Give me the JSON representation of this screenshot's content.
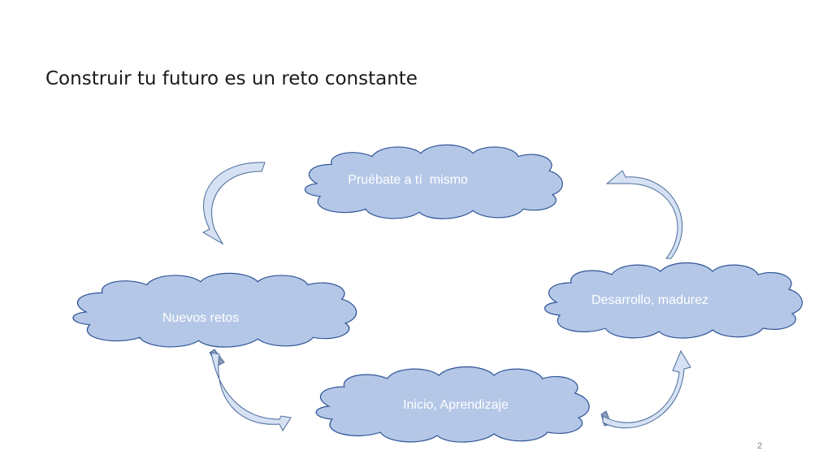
{
  "slide": {
    "title": "Construir tu futuro es un reto constante",
    "page_number": "2"
  },
  "diagram": {
    "clouds": [
      {
        "label": "Pruébate a tí  mismo"
      },
      {
        "label": "Nuevos retos"
      },
      {
        "label": "Desarrollo, madurez"
      },
      {
        "label": "Inicio, Aprendizaje"
      }
    ],
    "colors": {
      "cloud_fill": "#b4c7e7",
      "cloud_stroke": "#2f5597",
      "arrow_fill": "#d6e2f3",
      "arrow_stroke": "#4a6a9c",
      "label_text": "#ffffff"
    }
  }
}
